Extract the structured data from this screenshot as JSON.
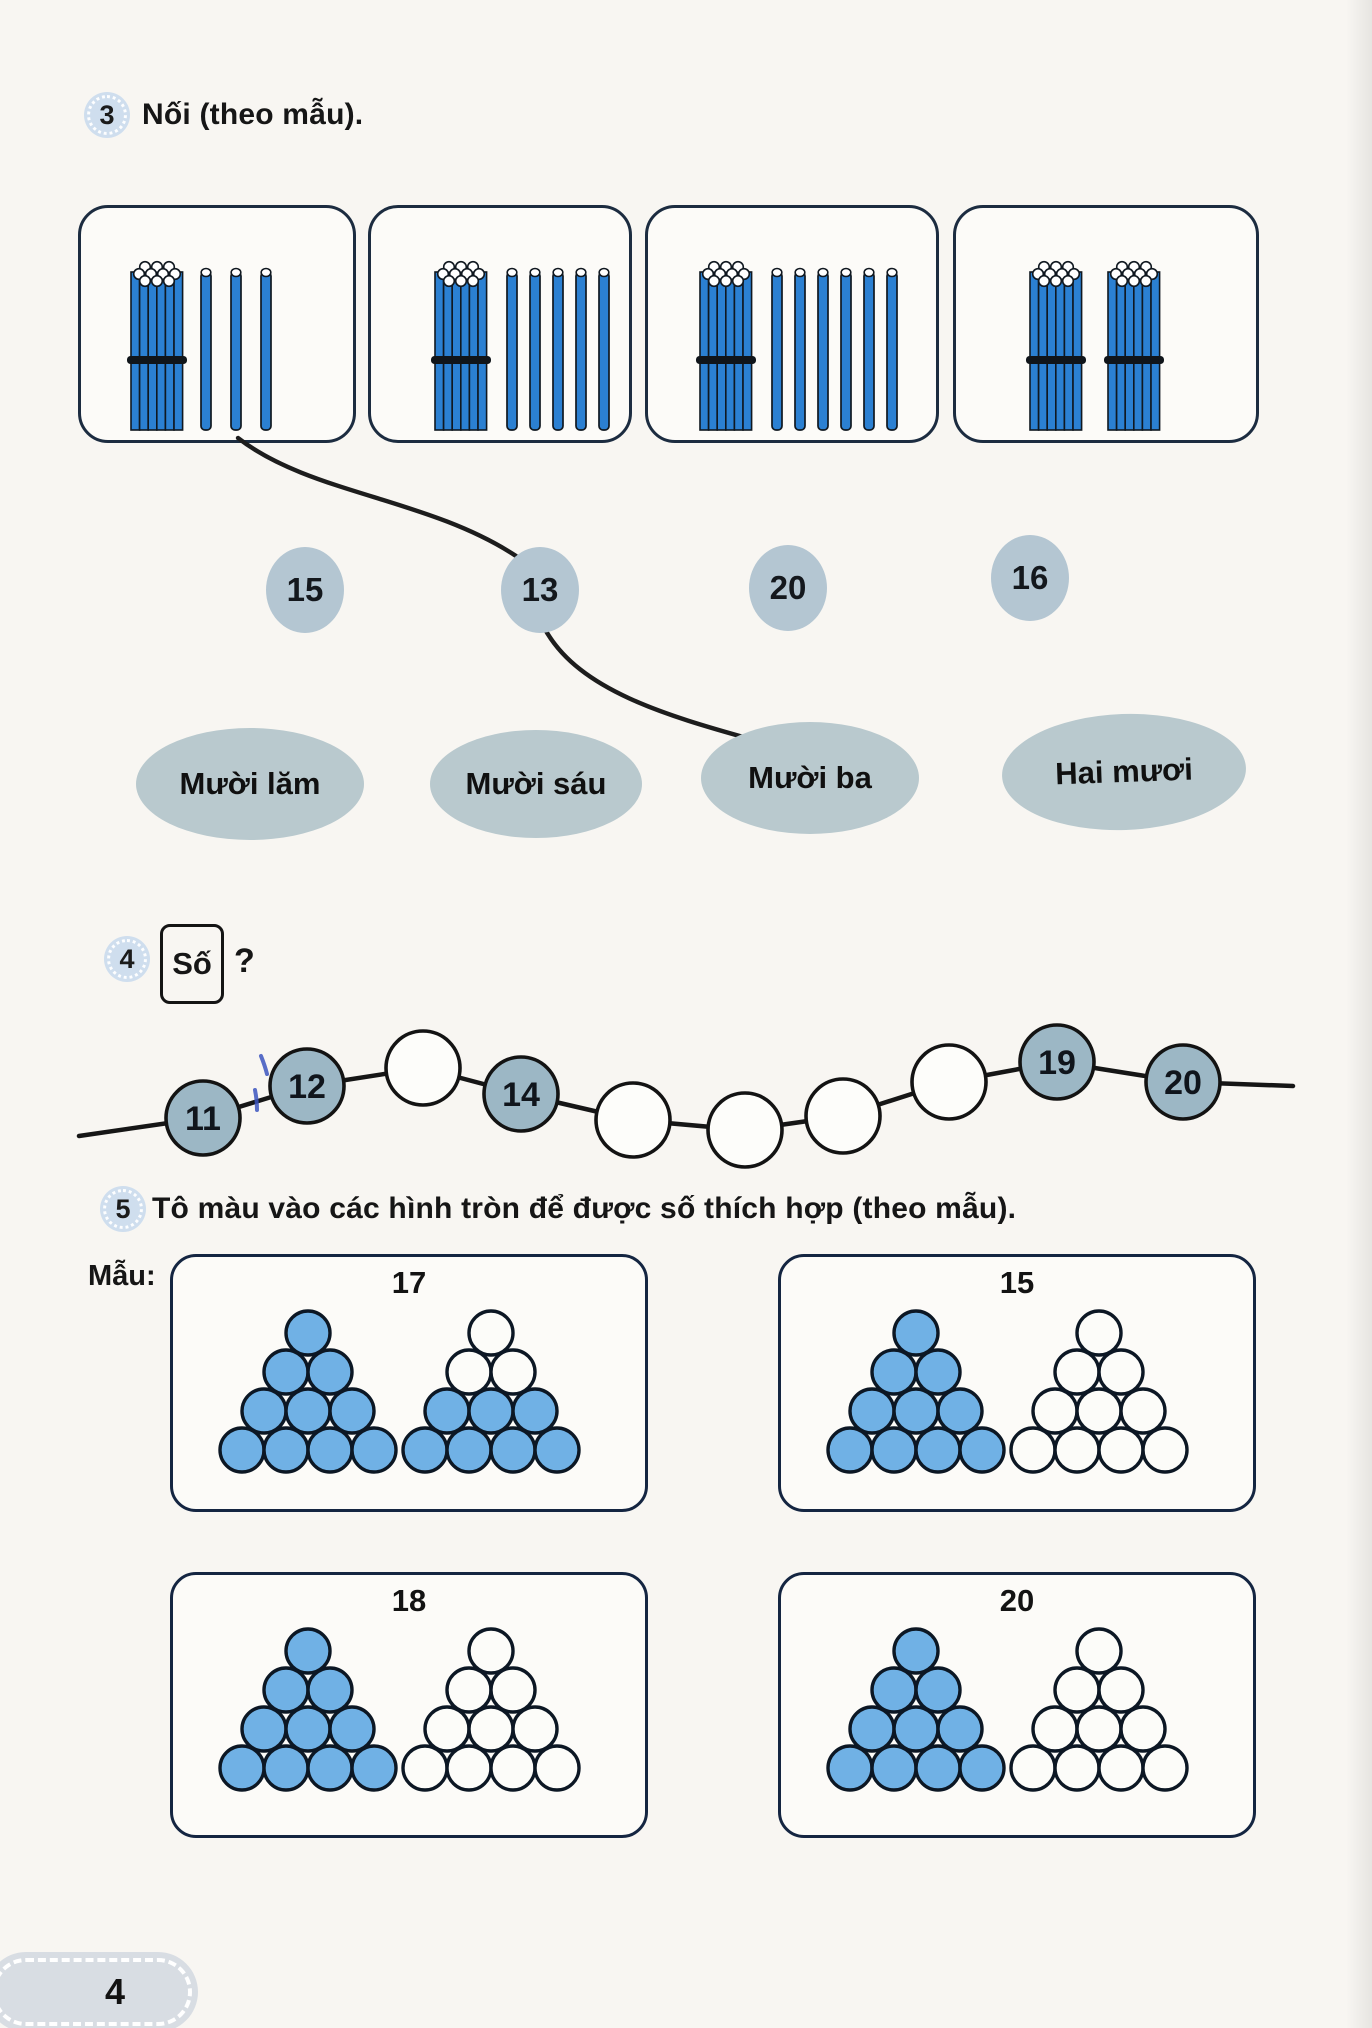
{
  "page": {
    "number": "4"
  },
  "colors": {
    "stick_blue": "#2b80d2",
    "pyramid_blue": "#70b1e5",
    "number_circle_fill": "#b4c6d2",
    "word_oval_fill": "#b9c9ce",
    "chain_filled_fill": "#9cb7c5",
    "badge_fill": "#cfdeee",
    "outline_dark": "#101820",
    "connection_line": "#1d1d1d",
    "pen_mark_blue": "#3c55c0"
  },
  "exercise3": {
    "badge": "3",
    "title": "Nối (theo mẫu).",
    "stick_boxes": [
      {
        "bundles_of_ten": 1,
        "single_sticks": 3
      },
      {
        "bundles_of_ten": 1,
        "single_sticks": 5
      },
      {
        "bundles_of_ten": 1,
        "single_sticks": 6
      },
      {
        "bundles_of_ten": 2,
        "single_sticks": 0
      }
    ],
    "number_circles": [
      "15",
      "13",
      "20",
      "16"
    ],
    "word_ovals": [
      "Mười lăm",
      "Mười sáu",
      "Mười ba",
      "Hai mươi"
    ],
    "sample_connection": "box 1 (13 sticks) → circle 13 → oval Mười ba"
  },
  "exercise4": {
    "badge": "4",
    "prompt_box": "Số",
    "prompt_suffix": "?",
    "chain": [
      {
        "value": "11",
        "filled": true
      },
      {
        "value": "12",
        "filled": true
      },
      {
        "value": "",
        "filled": false
      },
      {
        "value": "14",
        "filled": true
      },
      {
        "value": "",
        "filled": false
      },
      {
        "value": "",
        "filled": false
      },
      {
        "value": "",
        "filled": false
      },
      {
        "value": "",
        "filled": false
      },
      {
        "value": "19",
        "filled": true
      },
      {
        "value": "20",
        "filled": true
      }
    ]
  },
  "exercise5": {
    "badge": "5",
    "title": "Tô màu vào các hình tròn để được số thích hợp (theo mẫu).",
    "sample_label": "Mẫu:",
    "boxes": [
      {
        "target_number": "17",
        "left_pyramid_filled": [
          true,
          true,
          true,
          true,
          true,
          true,
          true,
          true,
          true,
          true
        ],
        "right_pyramid_filled": [
          false,
          false,
          false,
          true,
          true,
          true,
          true,
          true,
          true,
          true
        ]
      },
      {
        "target_number": "15",
        "left_pyramid_filled": [
          true,
          true,
          true,
          true,
          true,
          true,
          true,
          true,
          true,
          true
        ],
        "right_pyramid_filled": [
          false,
          false,
          false,
          false,
          false,
          false,
          false,
          false,
          false,
          false
        ]
      },
      {
        "target_number": "18",
        "left_pyramid_filled": [
          true,
          true,
          true,
          true,
          true,
          true,
          true,
          true,
          true,
          true
        ],
        "right_pyramid_filled": [
          false,
          false,
          false,
          false,
          false,
          false,
          false,
          false,
          false,
          false
        ]
      },
      {
        "target_number": "20",
        "left_pyramid_filled": [
          true,
          true,
          true,
          true,
          true,
          true,
          true,
          true,
          true,
          true
        ],
        "right_pyramid_filled": [
          false,
          false,
          false,
          false,
          false,
          false,
          false,
          false,
          false,
          false
        ]
      }
    ]
  }
}
